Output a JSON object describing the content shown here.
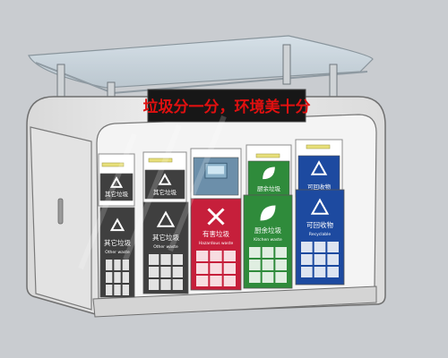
{
  "led_sign": {
    "text": "垃圾分一分，环境美十分"
  },
  "colors": {
    "background": "#c9ccd0",
    "cabinet_body": "#e8e8e8",
    "led_red": "#e01010",
    "other_gray": "#3f3f3f",
    "hazardous_red": "#c61f3b",
    "kitchen_green": "#2f8b3b",
    "recyclable_blue": "#1d4aa0"
  },
  "small_bins": [
    {
      "title": "其它垃圾",
      "subtitle": "",
      "color": "#3f3f3f",
      "icon": "recycle-triangle-icon"
    },
    {
      "title": "其它垃圾",
      "subtitle": "",
      "color": "#3f3f3f",
      "icon": "recycle-triangle-icon"
    },
    {
      "title": "",
      "subtitle": "",
      "color": "#6c8faa",
      "icon": "touch-screen-icon"
    },
    {
      "title": "厨余垃圾",
      "subtitle": "",
      "color": "#2f8b3b",
      "icon": "leaf-icon"
    },
    {
      "title": "可回收物",
      "subtitle": "",
      "color": "#1d4aa0",
      "icon": "recycle-triangle-icon"
    }
  ],
  "large_bins": [
    {
      "title": "其它垃圾",
      "subtitle": "Other waste",
      "color": "#3f3f3f",
      "icon": "recycle-triangle-icon"
    },
    {
      "title": "其它垃圾",
      "subtitle": "Other waste",
      "color": "#3f3f3f",
      "icon": "recycle-triangle-icon"
    },
    {
      "title": "有害垃圾",
      "subtitle": "Hazardous waste",
      "color": "#c61f3b",
      "icon": "hazard-x-icon"
    },
    {
      "title": "厨余垃圾",
      "subtitle": "Kitchen waste",
      "color": "#2f8b3b",
      "icon": "leaf-icon"
    },
    {
      "title": "可回收物",
      "subtitle": "Recyclable",
      "color": "#1d4aa0",
      "icon": "recycle-triangle-icon"
    }
  ]
}
